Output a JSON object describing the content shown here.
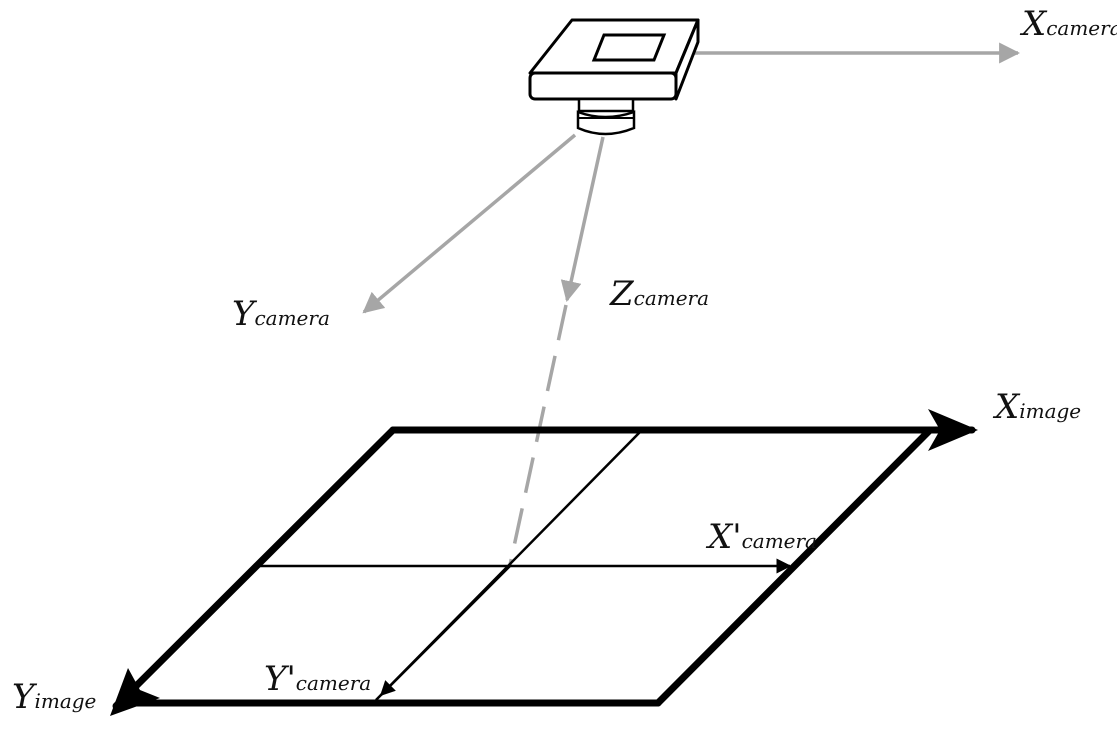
{
  "labels": {
    "x_camera": {
      "main": "X",
      "sub": "camera"
    },
    "y_camera": {
      "main": "Y",
      "sub": "camera"
    },
    "z_camera": {
      "main": "Z",
      "sub": "camera"
    },
    "x_image": {
      "main": "X",
      "sub": "image"
    },
    "y_image": {
      "main": "Y",
      "sub": "image"
    },
    "x_prime_camera": {
      "main": "X'",
      "sub": "camera"
    },
    "y_prime_camera": {
      "main": "Y'",
      "sub": "camera"
    }
  },
  "colors": {
    "camera_axes": "#a6a6a6",
    "image_frame": "#000000",
    "camera_outline": "#000000"
  }
}
